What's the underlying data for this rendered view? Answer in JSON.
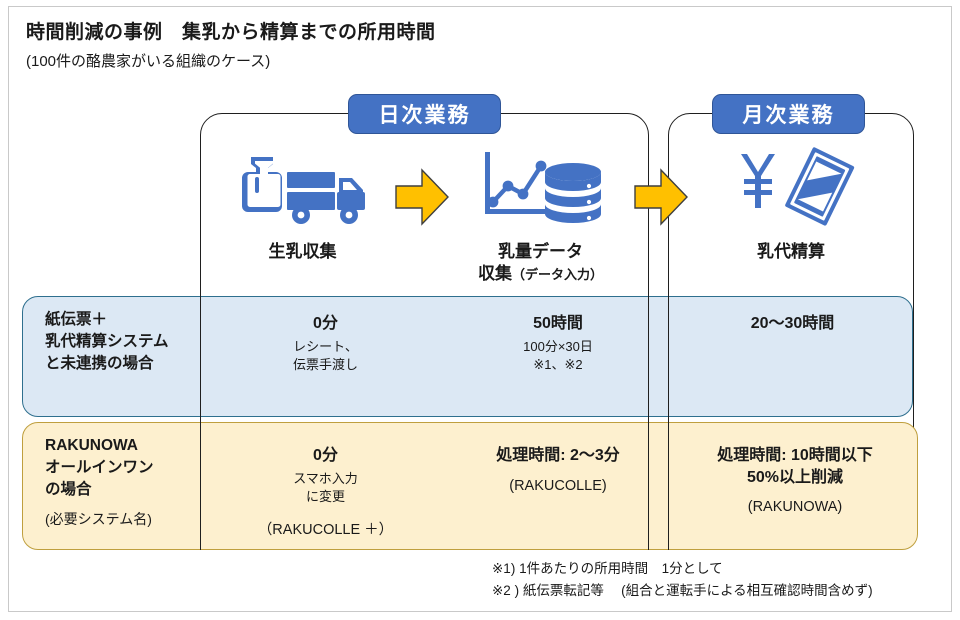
{
  "title": {
    "main": "時間削減の事例　集乳から精算までの所用時間",
    "sub": "(100件の酪農家がいる組織のケース)"
  },
  "phases": [
    {
      "id": "daily",
      "badge": "日次業務"
    },
    {
      "id": "monthly",
      "badge": "月次業務"
    }
  ],
  "steps": [
    {
      "icon": "milk-truck-icon",
      "label": "生乳収集",
      "label_small": ""
    },
    {
      "icon": "chart-database-icon",
      "label": "乳量データ\n収集",
      "label_small": "（データ入力）"
    },
    {
      "icon": "yen-banknote-icon",
      "label": "乳代精算",
      "label_small": ""
    }
  ],
  "arrows": [
    {
      "name": "arrow-step1-to-step2"
    },
    {
      "name": "arrow-step2-to-step3"
    }
  ],
  "rows": [
    {
      "id": "legacy",
      "head_title": "紙伝票＋\n乳代精算システム\nと未連携の場合",
      "head_note": "",
      "cells": [
        {
          "main": "0分",
          "sub": "レシート、\n伝票手渡し",
          "system": ""
        },
        {
          "main": "50時間",
          "sub": "100分×30日\n※1、※2",
          "system": ""
        },
        {
          "main": "20〜30時間",
          "sub": "",
          "system": ""
        }
      ]
    },
    {
      "id": "rakunowa",
      "head_title": "RAKUNOWA\nオールインワン\nの場合",
      "head_note": "(必要システム名)",
      "cells": [
        {
          "main": "0分",
          "sub": "スマホ入力\nに変更",
          "system": "（RAKUCOLLE ＋）"
        },
        {
          "main": "処理時間: 2〜3分",
          "sub": "",
          "system": "(RAKUCOLLE)"
        },
        {
          "main": "処理時間: 10時間以下\n50%以上削減",
          "sub": "",
          "system": "(RAKUNOWA)"
        }
      ]
    }
  ],
  "footnotes": "※1) 1件あたりの所用時間　1分として\n※2 ) 紙伝票転記等　 (組合と運転手による相互確認時間含めず)",
  "colors": {
    "badge_blue": "#4472c4",
    "arrow_gold": "#ffc000",
    "row_legacy_fill": "#dce8f4",
    "row_rakunowa_fill": "#fdf0cf",
    "icon_blue": "#4472c4"
  }
}
